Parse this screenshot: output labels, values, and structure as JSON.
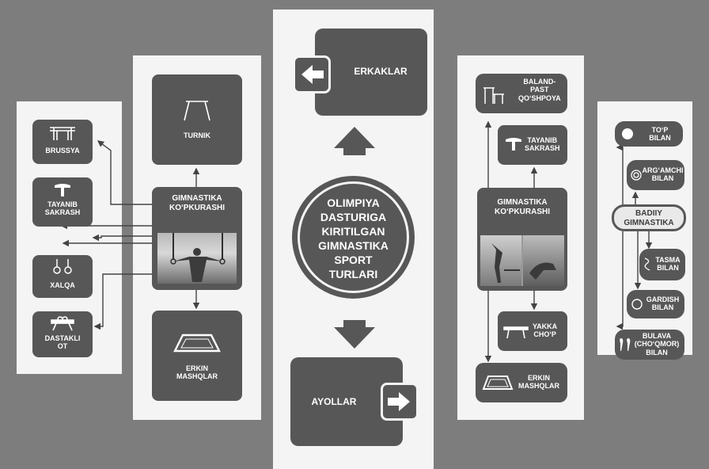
{
  "center": {
    "title_lines": [
      "OLIMPIYA",
      "DASTURIGA",
      "KIRITILGAN",
      "GIMNASTIKA",
      "SPORT",
      "TURLARI"
    ],
    "top_label": "ERKAKLAR",
    "bottom_label": "AYOLLAR"
  },
  "men": {
    "hub_lines": [
      "GIMNASTIKA",
      "KO‘PKURASHI"
    ],
    "turnik": "TURNIK",
    "erkin_lines": [
      "ERKIN",
      "MASHQLAR"
    ],
    "left_items": [
      {
        "lines": [
          "BRUSSYA"
        ],
        "icon": "parallel-bars-icon"
      },
      {
        "lines": [
          "TAYANIB",
          "SAKRASH"
        ],
        "icon": "vault-icon"
      },
      {
        "lines": [
          "XALQA"
        ],
        "icon": "rings-icon"
      },
      {
        "lines": [
          "DASTAKLI",
          "OT"
        ],
        "icon": "pommel-horse-icon"
      }
    ]
  },
  "women": {
    "hub_lines": [
      "GIMNASTIKA",
      "KO‘PKURASHI"
    ],
    "items": [
      {
        "lines": [
          "BALAND-",
          "PAST",
          "QO‘SHPOYA"
        ],
        "icon": "uneven-bars-icon"
      },
      {
        "lines": [
          "TAYANIB",
          "SAKRASH"
        ],
        "icon": "vault-icon"
      },
      {
        "lines": [
          "YAKKA",
          "CHO‘P"
        ],
        "icon": "balance-beam-icon"
      },
      {
        "lines": [
          "ERKIN",
          "MASHQLAR"
        ],
        "icon": "floor-icon"
      }
    ]
  },
  "rhythmic": {
    "hub_lines": [
      "BADIIY",
      "GIMNASTIKA"
    ],
    "items": [
      {
        "lines": [
          "TO‘P",
          "BILAN"
        ],
        "icon": "ball-icon"
      },
      {
        "lines": [
          "ARG‘AMCHI",
          "BILAN"
        ],
        "icon": "rope-icon"
      },
      {
        "lines": [
          "TASMA",
          "BILAN"
        ],
        "icon": "ribbon-icon"
      },
      {
        "lines": [
          "GARDISH",
          "BILAN"
        ],
        "icon": "hoop-icon"
      },
      {
        "lines": [
          "BULAVA",
          "(CHO‘QMOR)",
          "BILAN"
        ],
        "icon": "clubs-icon"
      }
    ]
  }
}
